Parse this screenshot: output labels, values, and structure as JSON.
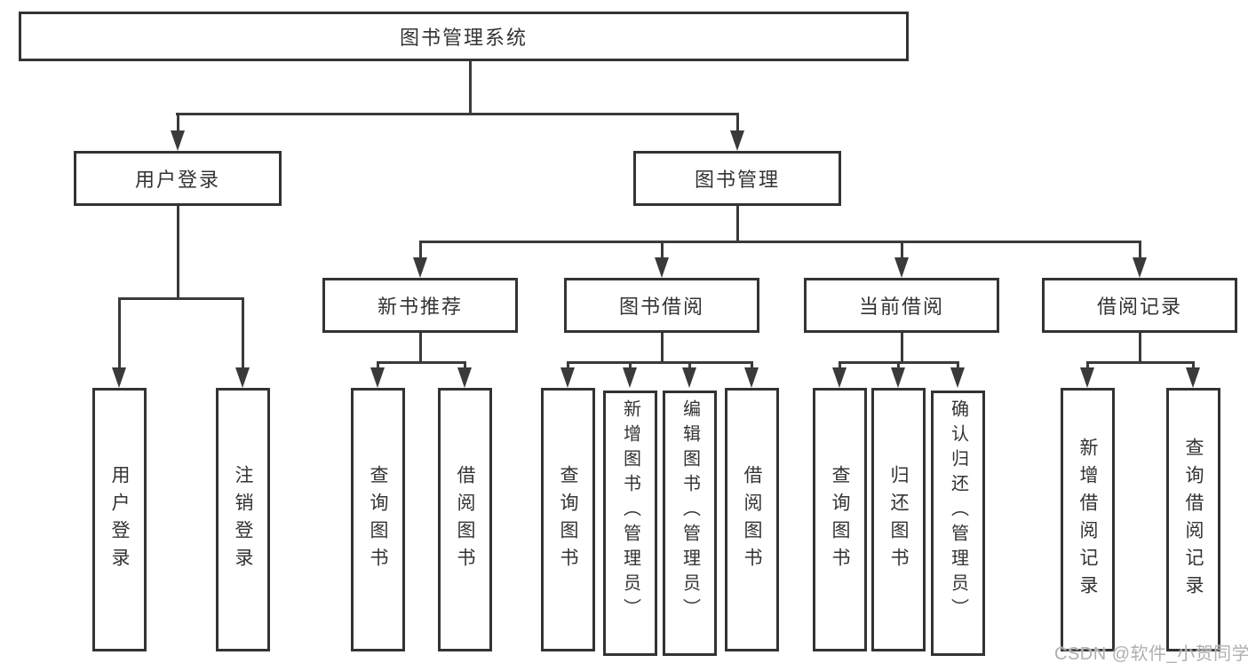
{
  "colors": {
    "line": "#3a3a3a",
    "box_border": "#333333",
    "text": "#333333",
    "watermark": "#b0b0b0",
    "background": "#ffffff"
  },
  "watermark": "CSDN @软件_小贺同学",
  "tree": {
    "label": "图书管理系统",
    "children": [
      {
        "label": "用户登录",
        "children": [
          {
            "label": "用户登录"
          },
          {
            "label": "注销登录"
          }
        ]
      },
      {
        "label": "图书管理",
        "children": [
          {
            "label": "新书推荐",
            "children": [
              {
                "label": "查询图书"
              },
              {
                "label": "借阅图书"
              }
            ]
          },
          {
            "label": "图书借阅",
            "children": [
              {
                "label": "查询图书"
              },
              {
                "label": "新增图书（管理员）"
              },
              {
                "label": "编辑图书（管理员）"
              },
              {
                "label": "借阅图书"
              }
            ]
          },
          {
            "label": "当前借阅",
            "children": [
              {
                "label": "查询图书"
              },
              {
                "label": "归还图书"
              },
              {
                "label": "确认归还（管理员）"
              }
            ]
          },
          {
            "label": "借阅记录",
            "children": [
              {
                "label": "新增借阅记录"
              },
              {
                "label": "查询借阅记录"
              }
            ]
          }
        ]
      }
    ]
  }
}
